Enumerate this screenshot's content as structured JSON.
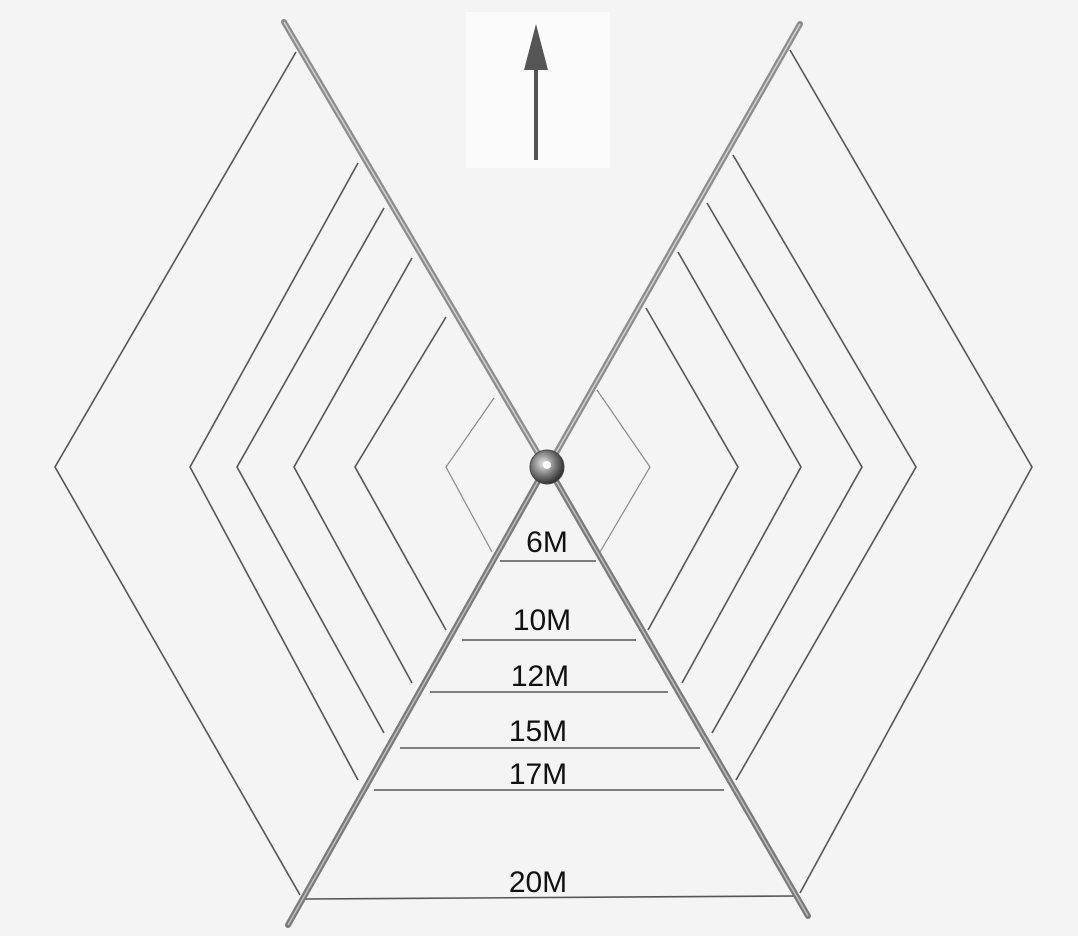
{
  "diagram": {
    "arrow": {
      "icon": "north-arrow-icon"
    },
    "bands": [
      {
        "label": "6M"
      },
      {
        "label": "10M"
      },
      {
        "label": "12M"
      },
      {
        "label": "15M"
      },
      {
        "label": "17M"
      },
      {
        "label": "20M"
      }
    ],
    "colors": {
      "background": "#f4f4f4",
      "wire": "#555555",
      "spreader": "#9a9a9a",
      "label": "#111111"
    }
  }
}
